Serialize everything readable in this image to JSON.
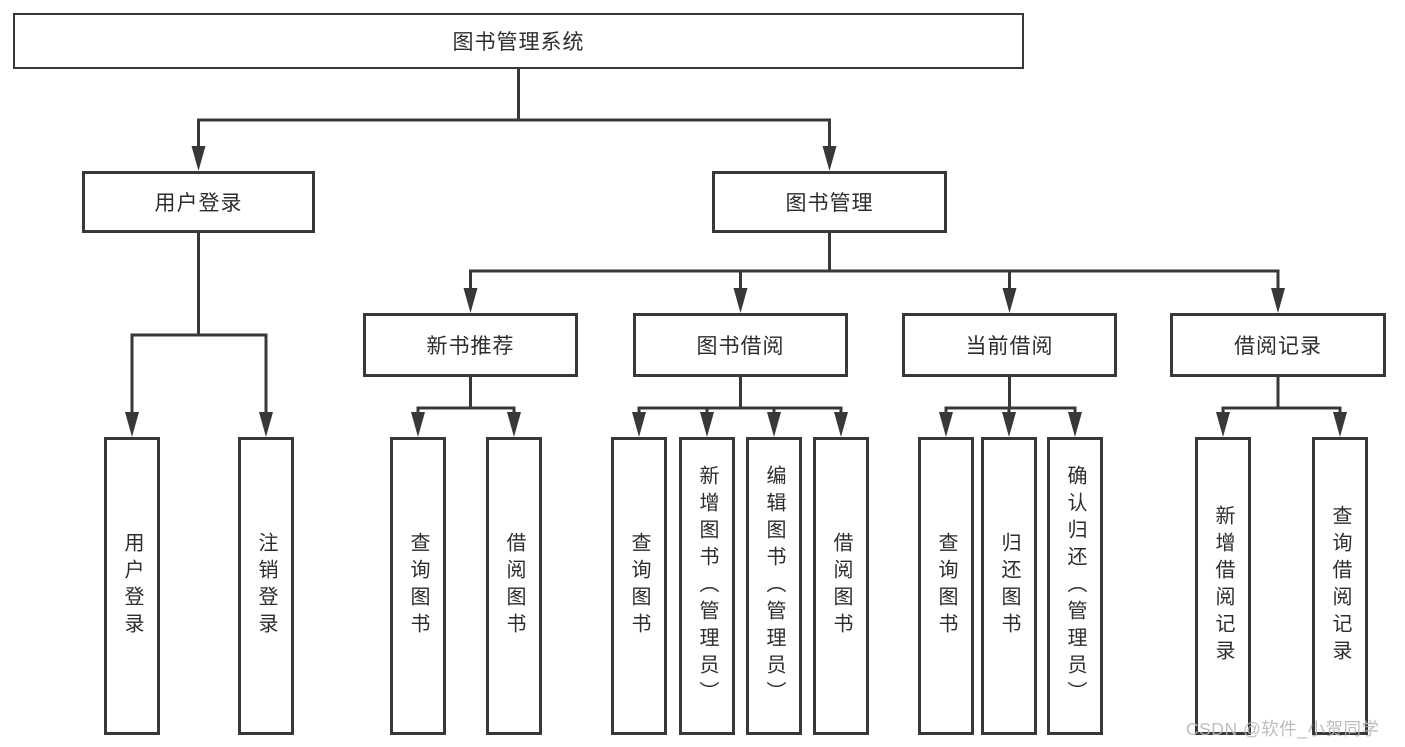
{
  "diagram_title": "图书管理系统",
  "tree": {
    "label": "图书管理系统",
    "children": [
      {
        "label": "用户登录",
        "children": [
          {
            "label": "用户登录"
          },
          {
            "label": "注销登录"
          }
        ]
      },
      {
        "label": "图书管理",
        "children": [
          {
            "label": "新书推荐",
            "children": [
              {
                "label": "查询图书"
              },
              {
                "label": "借阅图书"
              }
            ]
          },
          {
            "label": "图书借阅",
            "children": [
              {
                "label": "查询图书"
              },
              {
                "label": "新增图书（管理员）"
              },
              {
                "label": "编辑图书（管理员）"
              },
              {
                "label": "借阅图书"
              }
            ]
          },
          {
            "label": "当前借阅",
            "children": [
              {
                "label": "查询图书"
              },
              {
                "label": "归还图书"
              },
              {
                "label": "确认归还（管理员）"
              }
            ]
          },
          {
            "label": "借阅记录",
            "children": [
              {
                "label": "新增借阅记录"
              },
              {
                "label": "查询借阅记录"
              }
            ]
          }
        ]
      }
    ]
  },
  "watermark": {
    "text": "CSDN @软件_小贺同学"
  },
  "colors": {
    "line": "#383838",
    "box_border": "#383838",
    "text": "#2d2d2d",
    "watermark": "#b9b6b6",
    "background": "#ffffff"
  }
}
